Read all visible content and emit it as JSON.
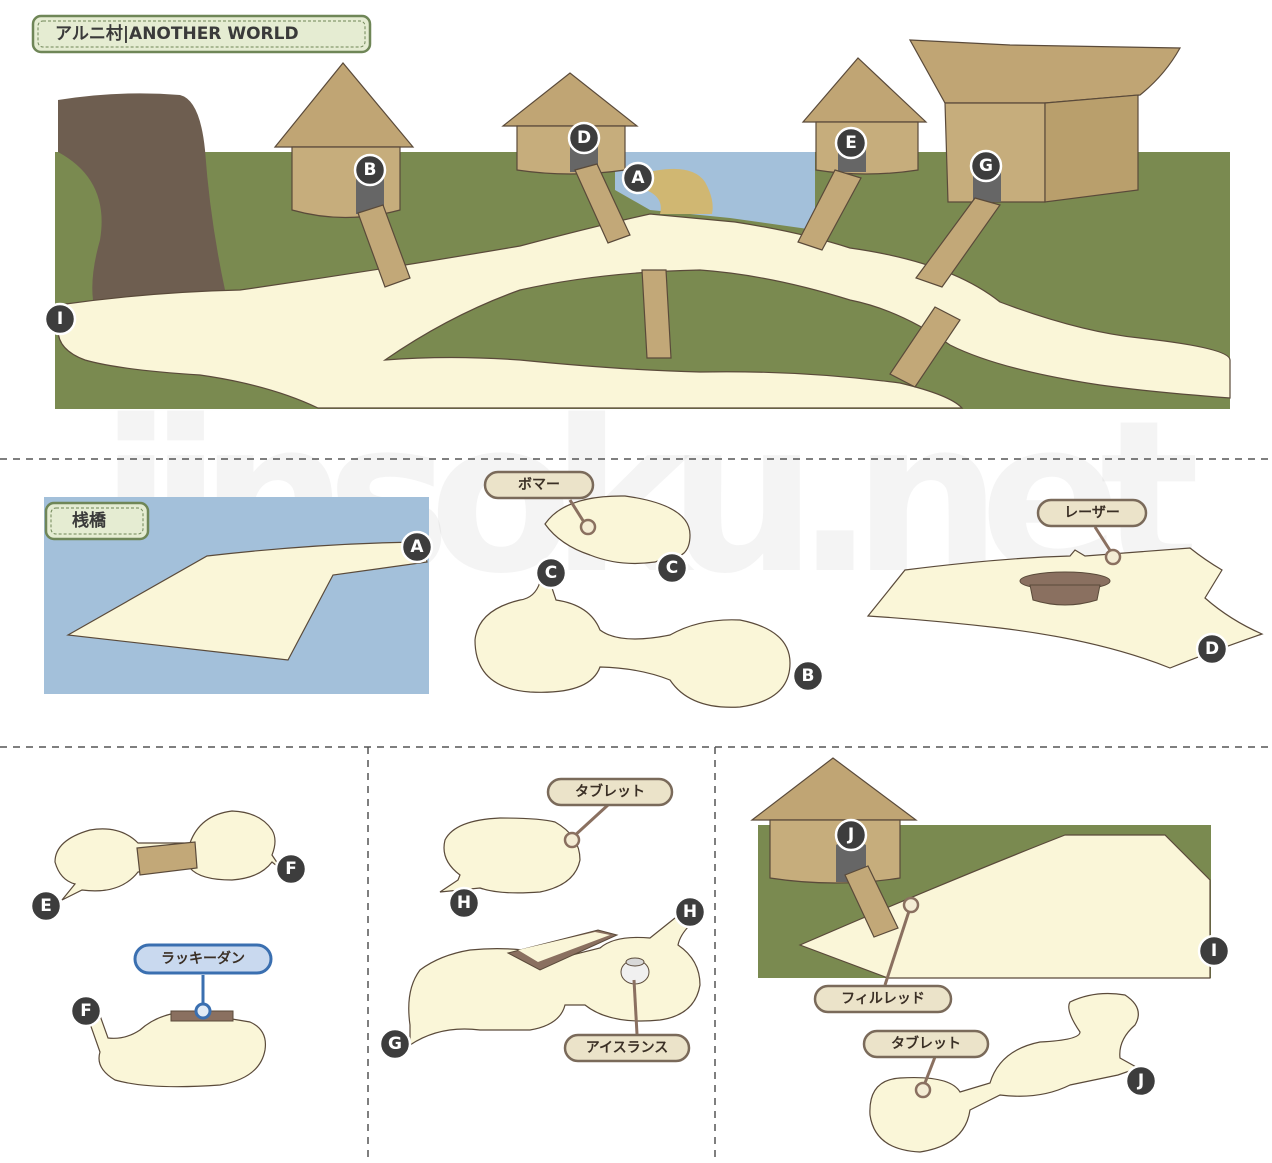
{
  "map": {
    "title": "アルニ村|ANOTHER WORLD",
    "watermark": "jinsoku.net",
    "inset_title": "桟橋",
    "colors": {
      "grass": "#7a8a50",
      "path": "#faf6d8",
      "water": "#a3c0da",
      "rock": "#6e5e50",
      "hut": "#c6ad7c",
      "roof": "#c0a574",
      "outline": "#5a4a3a",
      "marker": "#3d3d3d",
      "item_tag": "#ebe3c9",
      "rare_tag": "#c9d9ef",
      "rare_tag_border": "#3a6fb0"
    },
    "markers": {
      "A": "A",
      "B": "B",
      "C": "C",
      "D": "D",
      "E": "E",
      "F": "F",
      "G": "G",
      "H": "H",
      "I": "I",
      "J": "J"
    },
    "items": {
      "bomber": "ボマー",
      "laser": "レーザー",
      "tablet": "タブレット",
      "lucky_dan": "ラッキーダン",
      "ice_lance": "アイスランス",
      "phil_red": "フィルレッド"
    }
  }
}
